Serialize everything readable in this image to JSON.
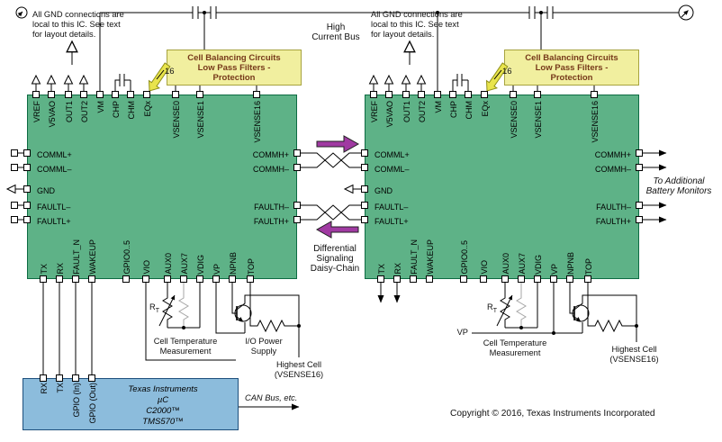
{
  "labels": {
    "gnd_note": "All GND connections are local to this IC. See text for layout details.",
    "high_current_bus": "High Current Bus",
    "diff_signaling": "Differential Signaling Daisy-Chain",
    "to_additional": "To Additional Battery Monitors",
    "cell_temp": "Cell Temperature Measurement",
    "io_power": "I/O Power Supply",
    "highest_cell": "Highest Cell (VSENSE16)",
    "vp": "VP",
    "can_bus": "CAN Bus, etc.",
    "copyright": "Copyright © 2016, Texas Instruments Incorporated",
    "bus_width": "16",
    "thermistor_r": "R",
    "thermistor_sub": "T"
  },
  "balancing": {
    "line1": "Cell Balancing Circuits",
    "line2": "Low Pass Filters -",
    "line3": "Protection"
  },
  "ic": {
    "pins_top": [
      "VREF",
      "V5VAO",
      "OUT1",
      "OUT2",
      "VM",
      "CHP",
      "CHM",
      "EQx",
      "VSENSE0",
      "VSENSE1",
      "VSENSE16"
    ],
    "pins_left": [
      "COMML+",
      "COMML–",
      "GND",
      "FAULTL–",
      "FAULTL+"
    ],
    "pins_right": [
      "COMMH+",
      "COMMH–",
      "FAULTH–",
      "FAULTH+"
    ],
    "pins_bottom": [
      "TX",
      "RX",
      "FAULT_N",
      "WAKEUP",
      "GPIO0..5",
      "VIO",
      "AUX0",
      "AUX7",
      "VDIG",
      "VP",
      "NPNB",
      "TOP"
    ]
  },
  "mcu": {
    "company": "Texas Instruments",
    "label": "µC",
    "family1": "C2000™",
    "family2": "TMS570™",
    "pins": [
      "RX",
      "TX",
      "GPIO (In)",
      "GPIO (Out)"
    ]
  },
  "colors": {
    "ic_fill": "#5eb287",
    "balancing_fill": "#f1ef9f",
    "mcu_fill": "#8cbcdc",
    "daisy_arrow": "#a03aa2",
    "eqx_arrow": "#e9e44c"
  }
}
